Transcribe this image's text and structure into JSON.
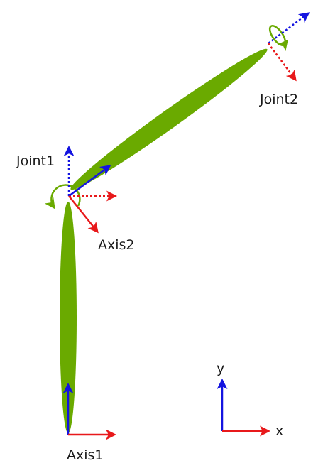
{
  "labels": {
    "joint1": "Joint1",
    "joint2": "Joint2",
    "axis1": "Axis1",
    "axis2": "Axis2",
    "x": "x",
    "y": "y"
  },
  "colors": {
    "link": "#6aaa00",
    "x_axis": "#e8191b",
    "y_axis": "#1414e0",
    "rotation": "#6aaa00",
    "text": "#1a1a1a"
  }
}
